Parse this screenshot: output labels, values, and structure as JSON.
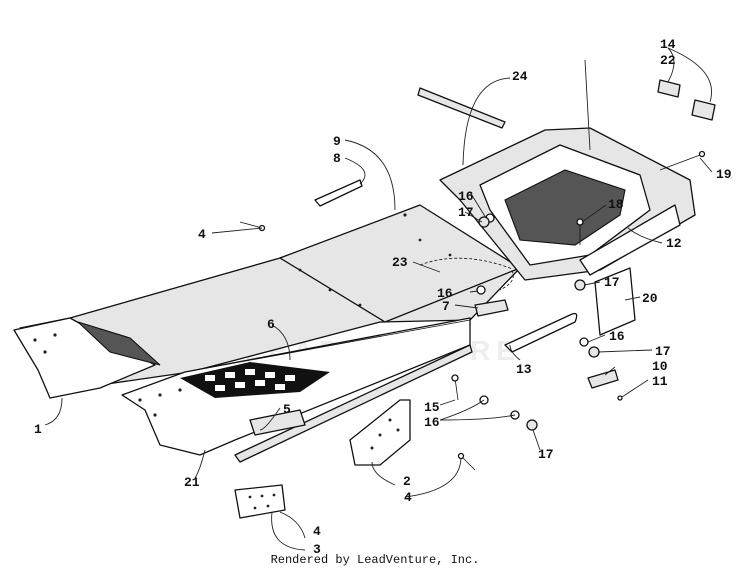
{
  "callouts": [
    {
      "id": "c1",
      "label": "1"
    },
    {
      "id": "c2",
      "label": "2"
    },
    {
      "id": "c3",
      "label": "3"
    },
    {
      "id": "c4a",
      "label": "4"
    },
    {
      "id": "c4b",
      "label": "4"
    },
    {
      "id": "c4c",
      "label": "4"
    },
    {
      "id": "c5",
      "label": "5"
    },
    {
      "id": "c6",
      "label": "6"
    },
    {
      "id": "c7",
      "label": "7"
    },
    {
      "id": "c8",
      "label": "8"
    },
    {
      "id": "c9",
      "label": "9"
    },
    {
      "id": "c10",
      "label": "10"
    },
    {
      "id": "c11",
      "label": "11"
    },
    {
      "id": "c12",
      "label": "12"
    },
    {
      "id": "c13",
      "label": "13"
    },
    {
      "id": "c14",
      "label": "14"
    },
    {
      "id": "c15",
      "label": "15"
    },
    {
      "id": "c16a",
      "label": "16"
    },
    {
      "id": "c16b",
      "label": "16"
    },
    {
      "id": "c16c",
      "label": "16"
    },
    {
      "id": "c16d",
      "label": "16"
    },
    {
      "id": "c17a",
      "label": "17"
    },
    {
      "id": "c17b",
      "label": "17"
    },
    {
      "id": "c17c",
      "label": "17"
    },
    {
      "id": "c17d",
      "label": "17"
    },
    {
      "id": "c18",
      "label": "18"
    },
    {
      "id": "c19",
      "label": "19"
    },
    {
      "id": "c20",
      "label": "20"
    },
    {
      "id": "c21",
      "label": "21"
    },
    {
      "id": "c22",
      "label": "22"
    },
    {
      "id": "c23",
      "label": "23"
    },
    {
      "id": "c24",
      "label": "24"
    }
  ],
  "credit": "Rendered by LeadVenture, Inc.",
  "watermark": "LEADVENTURE"
}
